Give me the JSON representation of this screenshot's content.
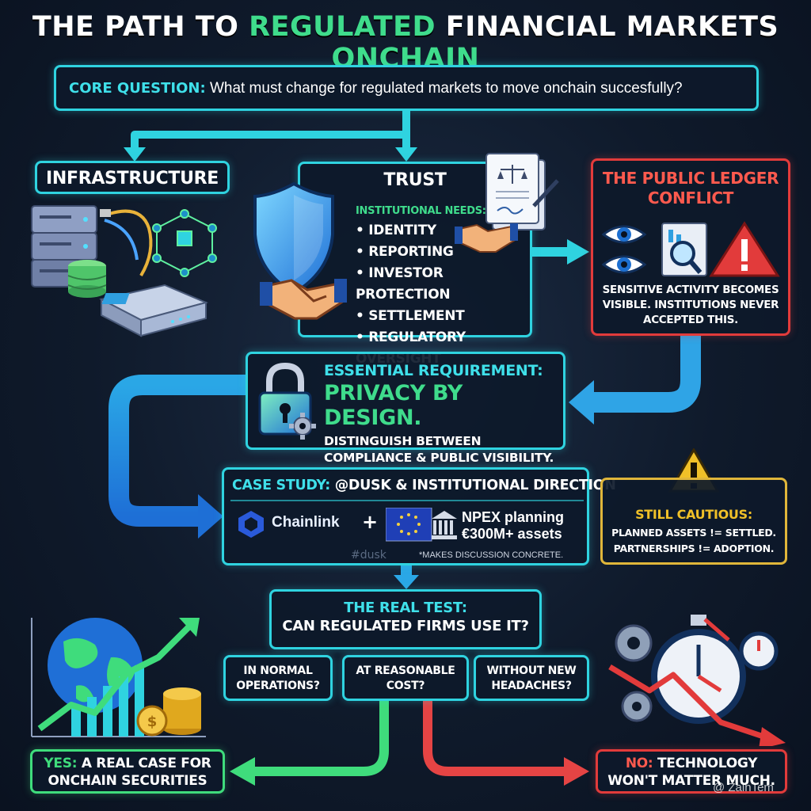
{
  "title": {
    "part1": "THE PATH TO",
    "part2": "REGULATED",
    "part3": "FINANCIAL MARKETS",
    "part4": "ONCHAIN"
  },
  "core_question": {
    "label": "CORE QUESTION:",
    "text": "What must change for regulated markets to move onchain succesfully?"
  },
  "infrastructure": {
    "label": "INFRASTRUCTURE"
  },
  "trust": {
    "label": "TRUST",
    "needs_label": "INSTITUTIONAL NEEDS:",
    "needs": [
      "IDENTITY",
      "REPORTING",
      "INVESTOR PROTECTION",
      "SETTLEMENT",
      "REGULATORY OVERSIGHT"
    ]
  },
  "public_ledger": {
    "title_line1": "THE PUBLIC LEDGER",
    "title_line2": "CONFLICT",
    "text_line1": "SENSITIVE ACTIVITY BECOMES",
    "text_line2": "VISIBLE. INSTITUTIONS NEVER",
    "text_line3": "ACCEPTED THIS."
  },
  "essential": {
    "label": "ESSENTIAL REQUIREMENT:",
    "headline": "PRIVACY BY DESIGN.",
    "text_line1": "DISTINGUISH BETWEEN",
    "text_line2": "COMPLIANCE & PUBLIC VISIBILITY."
  },
  "case_study": {
    "label": "CASE STUDY:",
    "title": "@DUSK & INSTITUTIONAL DIRECTION",
    "chainlink": "Chainlink",
    "plus": "+",
    "npex_line1": "NPEX planning",
    "npex_line2": "€300M+ assets",
    "dusk_tag": "#dusk",
    "note": "*MAKES DISCUSSION CONCRETE."
  },
  "cautious": {
    "title": "STILL CAUTIOUS:",
    "line1": "PLANNED ASSETS != SETTLED.",
    "line2": "PARTNERSHIPS != ADOPTION."
  },
  "real_test": {
    "title": "THE REAL TEST:",
    "subtitle": "CAN REGULATED FIRMS USE IT?"
  },
  "conditions": [
    {
      "line1": "IN NORMAL",
      "line2": "OPERATIONS?"
    },
    {
      "line1": "AT REASONABLE",
      "line2": "COST?"
    },
    {
      "line1": "WITHOUT NEW",
      "line2": "HEADACHES?"
    }
  ],
  "yes": {
    "label": "YES:",
    "text_line1": "A REAL CASE FOR",
    "text_line2": "ONCHAIN SECURITIES"
  },
  "no": {
    "label": "NO:",
    "text_line1": "TECHNOLOGY",
    "text_line2": "WON'T MATTER MUCH."
  },
  "watermark": "@ ZainTem",
  "colors": {
    "accent_cyan": "#2fd3e0",
    "accent_green": "#3fdc7c",
    "accent_red": "#e23b3b",
    "accent_gold": "#e0b63a",
    "background": "#0f1a2b"
  },
  "icons": [
    "server-rack-icon",
    "cable-plug-icon",
    "blockchain-cube-icon",
    "router-device-icon",
    "shield-icon",
    "handshake-icon",
    "document-scales-icon",
    "eye-icon",
    "magnifier-chart-icon",
    "warning-icon",
    "padlock-icon",
    "gear-icon",
    "chainlink-logo-icon",
    "eu-flag-icon",
    "bank-icon",
    "globe-growth-chart-icon",
    "coins-icon",
    "stopwatch-icon",
    "declining-arrow-icon"
  ]
}
